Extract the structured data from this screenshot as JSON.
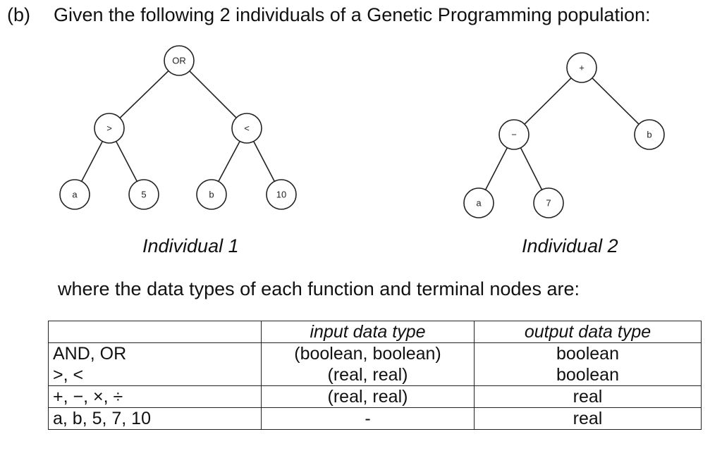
{
  "heading": {
    "label": "(b)",
    "text": "Given the following 2 individuals of a Genetic Programming population:"
  },
  "individual1": {
    "caption": "Individual 1",
    "nodes": {
      "root": "OR",
      "left": ">",
      "right": "<",
      "left_left": "a",
      "left_right": "5",
      "right_left": "b",
      "right_right": "10"
    }
  },
  "individual2": {
    "caption": "Individual 2",
    "nodes": {
      "root": "+",
      "left": "−",
      "right": "b",
      "left_left": "a",
      "left_right": "7"
    }
  },
  "where_text": "where the data types of each function and terminal nodes are:",
  "table": {
    "headers": [
      "",
      "input data type",
      "output data type"
    ],
    "rows": [
      {
        "nodes": "AND, OR",
        "input": "(boolean, boolean)",
        "output": "boolean"
      },
      {
        "nodes": ">, <",
        "input": "(real, real)",
        "output": "boolean"
      },
      {
        "nodes": "+, −, ×, ÷",
        "input": "(real, real)",
        "output": "real"
      },
      {
        "nodes": "a, b, 5, 7, 10",
        "input": "-",
        "output": "real"
      }
    ]
  }
}
